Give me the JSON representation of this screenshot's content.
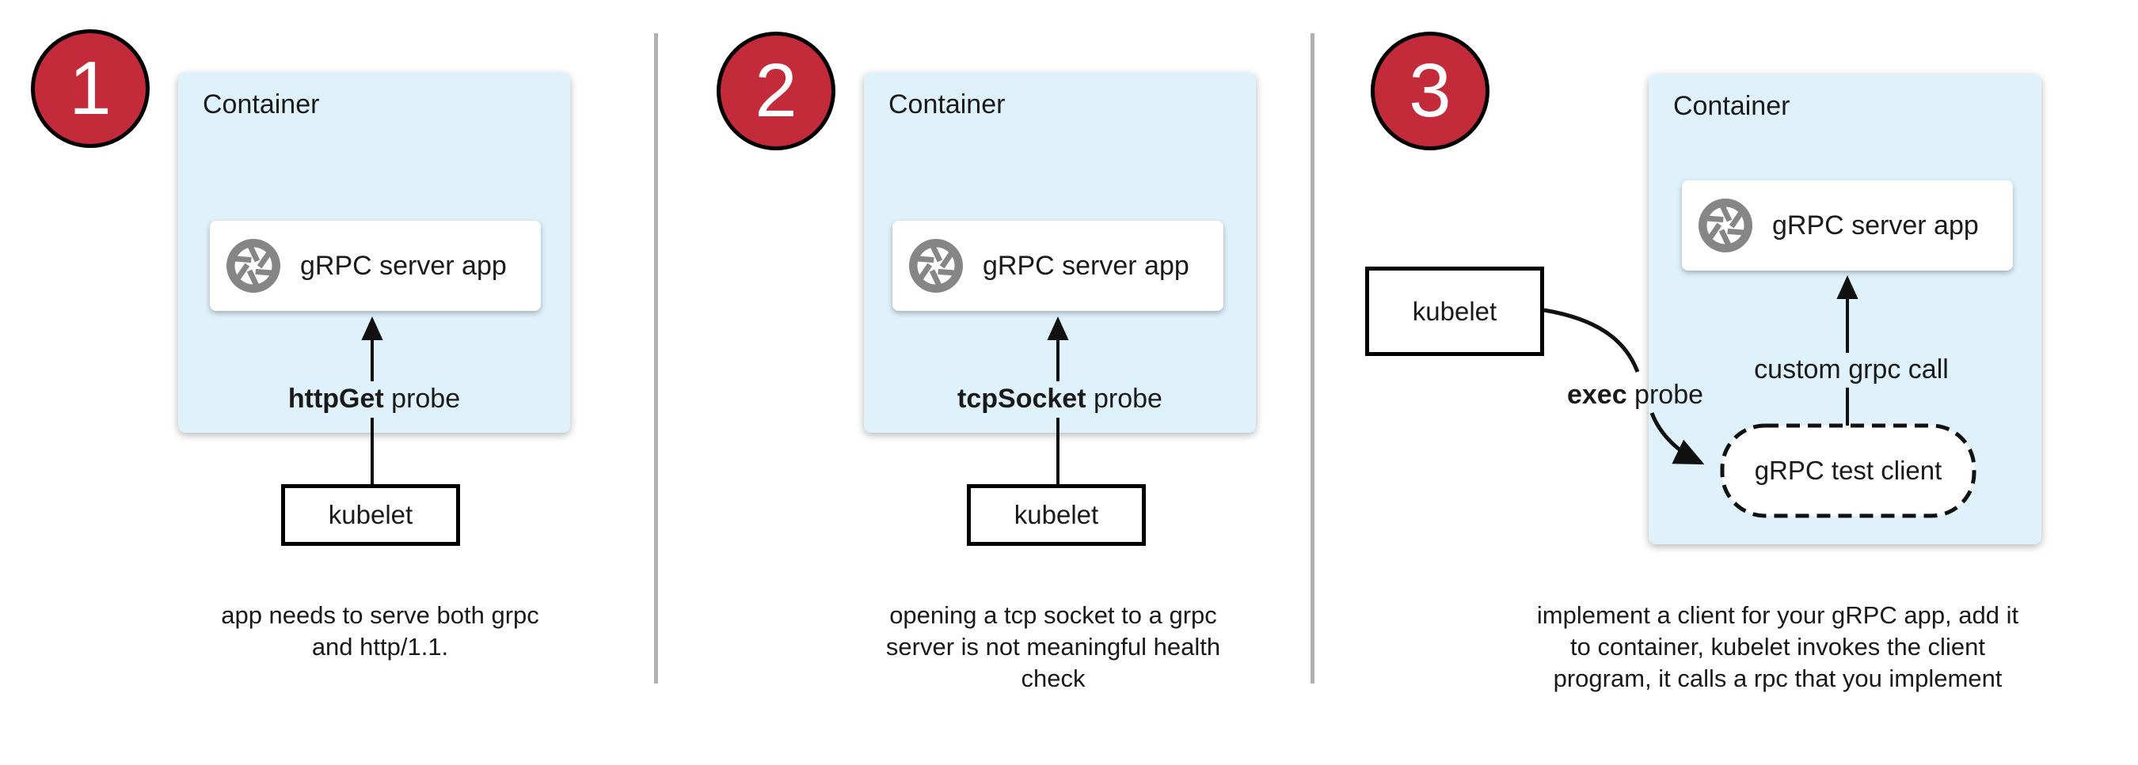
{
  "diagram": {
    "colors": {
      "badge_red": "#c32b3b",
      "container_blue": "#dff2fb",
      "icon_gray": "#868686",
      "divider_gray": "#b0b0b0",
      "line_black": "#111111"
    },
    "panels": [
      {
        "badge": "1",
        "container_label": "Container",
        "app_icon": "aperture-icon",
        "app_label": "gRPC server app",
        "probe_keyword": "httpGet",
        "probe_suffix": " probe",
        "kubelet_label": "kubelet",
        "caption_lines": [
          "app needs to serve both grpc",
          "and http/1.1."
        ]
      },
      {
        "badge": "2",
        "container_label": "Container",
        "app_icon": "aperture-icon",
        "app_label": "gRPC server app",
        "probe_keyword": "tcpSocket",
        "probe_suffix": " probe",
        "kubelet_label": "kubelet",
        "caption_lines": [
          "opening a tcp socket to a grpc",
          "server is not meaningful health",
          "check"
        ]
      },
      {
        "badge": "3",
        "container_label": "Container",
        "app_icon": "aperture-icon",
        "app_label": "gRPC server app",
        "probe_keyword": "exec",
        "probe_suffix": " probe",
        "kubelet_label": "kubelet",
        "call_label": "custom grpc call",
        "client_label": "gRPC test client",
        "caption_lines": [
          "implement a client for your gRPC app, add it",
          "to container, kubelet invokes the client",
          "program, it calls a rpc that you implement"
        ]
      }
    ]
  }
}
